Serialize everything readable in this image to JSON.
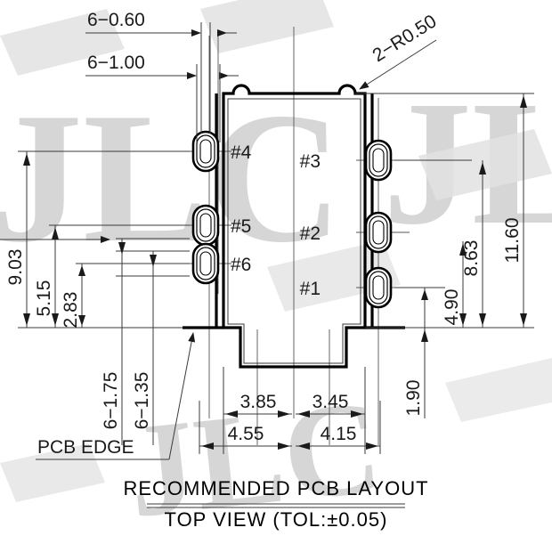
{
  "drawing": {
    "title_main": "RECOMMENDED PCB LAYOUT",
    "title_sub": "TOP VIEW (TOL:±0.05)",
    "pcb_edge_label": "PCB EDGE",
    "watermark_text": "JLC",
    "line_color": "#000000",
    "dim_color": "#1a1a1a",
    "watermark_color": "#d6d6d6",
    "background_color": "#ffffff"
  },
  "pins": [
    {
      "id": "pin-1",
      "label": "#1",
      "side": "right"
    },
    {
      "id": "pin-2",
      "label": "#2",
      "side": "right"
    },
    {
      "id": "pin-3",
      "label": "#3",
      "side": "right"
    },
    {
      "id": "pin-4",
      "label": "#4",
      "side": "left"
    },
    {
      "id": "pin-5",
      "label": "#5",
      "side": "left"
    },
    {
      "id": "pin-6",
      "label": "#6",
      "side": "left"
    }
  ],
  "dimensions": {
    "top": [
      {
        "id": "dim-pad-width",
        "value": "6−0.60"
      },
      {
        "id": "dim-pad-length",
        "value": "6−1.00"
      }
    ],
    "corner_radius": {
      "id": "dim-corner-radius",
      "value": "2−R0.50"
    },
    "left_vertical": [
      {
        "id": "dim-9-03",
        "value": "9.03"
      },
      {
        "id": "dim-5-15",
        "value": "5.15"
      },
      {
        "id": "dim-2-83",
        "value": "2.83"
      }
    ],
    "left_lower": [
      {
        "id": "dim-6-1-75",
        "value": "6−1.75"
      },
      {
        "id": "dim-6-1-35",
        "value": "6−1.35"
      }
    ],
    "right_vertical": [
      {
        "id": "dim-4-90",
        "value": "4.90"
      },
      {
        "id": "dim-8-63",
        "value": "8.63"
      },
      {
        "id": "dim-11-60",
        "value": "11.60"
      },
      {
        "id": "dim-1-90",
        "value": "1.90"
      }
    ],
    "bottom_horizontal_upper": [
      {
        "id": "dim-3-85",
        "value": "3.85"
      },
      {
        "id": "dim-3-45",
        "value": "3.45"
      }
    ],
    "bottom_horizontal_lower": [
      {
        "id": "dim-4-55",
        "value": "4.55"
      },
      {
        "id": "dim-4-15",
        "value": "4.15"
      }
    ]
  }
}
